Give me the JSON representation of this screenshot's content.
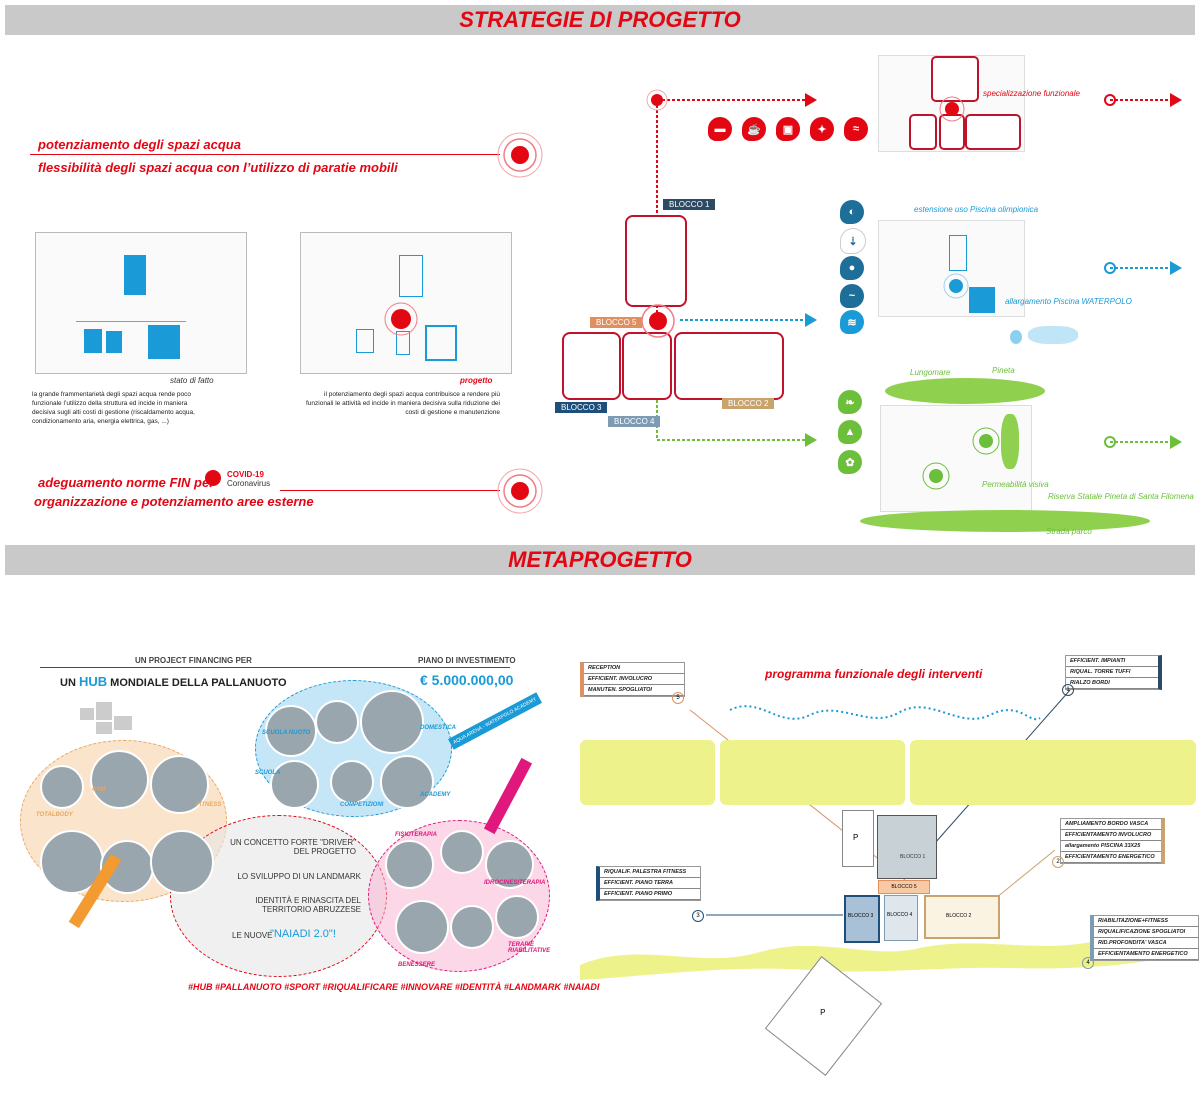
{
  "sections": {
    "top_title": "STRATEGIE DI PROGETTO",
    "bottom_title": "METAPROGETTO"
  },
  "left_panel": {
    "line1": "potenziamento degli spazi acqua",
    "line2": "flessibilità degli spazi acqua con l’utilizzo di paratie mobili",
    "stato_label": "stato di fatto",
    "progetto_label": "progetto",
    "stato_text": "la grande frammentarietà degli spazi acqua rende poco funzionale l’utilizzo della struttura ed incide in maniera decisiva sugli alti costi di gestione (riscaldamento acqua, condizionamento aria, energia elettrica, gas, ...)",
    "progetto_text": "il potenziamento degli spazi acqua contribuisce a rendere più funzionali le attività ed incide in maniera decisiva sulla riduzione dei costi di gestione e manutenzione",
    "fin_line": "adeguamento norme FIN per",
    "covid_title": "COVID-19",
    "covid_sub": "Coronavirus",
    "ext_line": "organizzazione e potenziamento aree esterne"
  },
  "blocks": {
    "b1": "BLOCCO 1",
    "b2": "BLOCCO 2",
    "b3": "BLOCCO 3",
    "b4": "BLOCCO 4",
    "b5": "BLOCCO 5"
  },
  "right_panel": {
    "spec": "specializzazione funzionale",
    "olimpica": "estensione uso Piscina olimpionica",
    "waterpolo": "allargamento Piscina WATERPOLO",
    "lungomare": "Lungomare",
    "pineta": "Pineta",
    "permeab": "Permeabilità visiva",
    "riserva": "Riserva Statale Pineta di Santa Filomena",
    "strada": "Strada parco"
  },
  "meta_left": {
    "pf": "UN PROJECT FINANCING PER",
    "hub_pre": "UN ",
    "hub_word": "HUB",
    "hub_post": " MONDIALE DELLA PALLANUOTO",
    "piano": "PIANO DI INVESTIMENTO",
    "amount": "€ 5.000.000,00",
    "concetto": "UN CONCETTO FORTE \"DRIVER\" DEL PROGETTO",
    "landmark": "LO SVILUPPO DI UN LANDMARK",
    "identita": "IDENTITÀ E RINASCITA DEL TERRITORIO ABRUZZESE",
    "naiadi_pre": "LE NUOVE",
    "naiadi": "\"NAIADI 2.0\"!",
    "hashtags": "#HUB #PALLANUOTO #SPORT #RIQUALIFICARE #INNOVARE #IDENTITÀ #LANDMARK #NAIADI",
    "acqua": "AQUA ARENA - WATERPOLO ACADEMY",
    "scuola_nuoto": "SCUOLA NUOTO",
    "scuola": "SCUOLA",
    "domestica": "DOMESTICA",
    "competizioni": "COMPETIZIONI",
    "academy": "ACADEMY",
    "gym": "GYM",
    "fitness": "FITNESS",
    "totalbody": "TOTALBODY",
    "fisioterapia": "FISIOTERAPIA",
    "idroterapia": "IDROCINESITERAPIA",
    "terapie": "TERAPIE RIABILITATIVE",
    "benessere": "BENESSERE"
  },
  "meta_right": {
    "title": "programma funzionale degli interventi",
    "list5": [
      "RECEPTION",
      "EFFICIENT. INVOLUCRO",
      "MANUTEN. SPOGLIATOI"
    ],
    "list1": [
      "EFFICIENT. IMPIANTI",
      "RIQUAL. TORRE TUFFI",
      "RIALZO BORDI"
    ],
    "list2": [
      "AMPLIAMENTO BORDO VASCA",
      "EFFICIENTAMENTO INVOLUCRO",
      "allargamento PISCINA 33X25",
      "EFFICIENTAMENTO ENERGETICO"
    ],
    "list3": [
      "RIQUALIF. PALESTRA FITNESS",
      "EFFICIENT. PIANO TERRA",
      "EFFICIENT. PIANO PRIMO"
    ],
    "list4": [
      "RIABILITAZIONE+FITNESS",
      "RIQUALIFICAZIONE SPOGLIATOI",
      "RID.PROFONDITA' VASCA",
      "EFFICIENTAMENTO ENERGETICO"
    ],
    "n1": "1",
    "n2": "2",
    "n3": "3",
    "n4": "4",
    "n5": "5",
    "p": "P",
    "blocco1": "BLOCCO 1",
    "blocco2": "BLOCCO 2",
    "blocco3": "BLOCCO 3",
    "blocco4": "BLOCCO 4",
    "blocco5": "BLOCCO 5"
  },
  "colors": {
    "red": "#e30613",
    "blue": "#1a9ad6",
    "green": "#6cbf3a",
    "yellow": "#eef28a"
  }
}
